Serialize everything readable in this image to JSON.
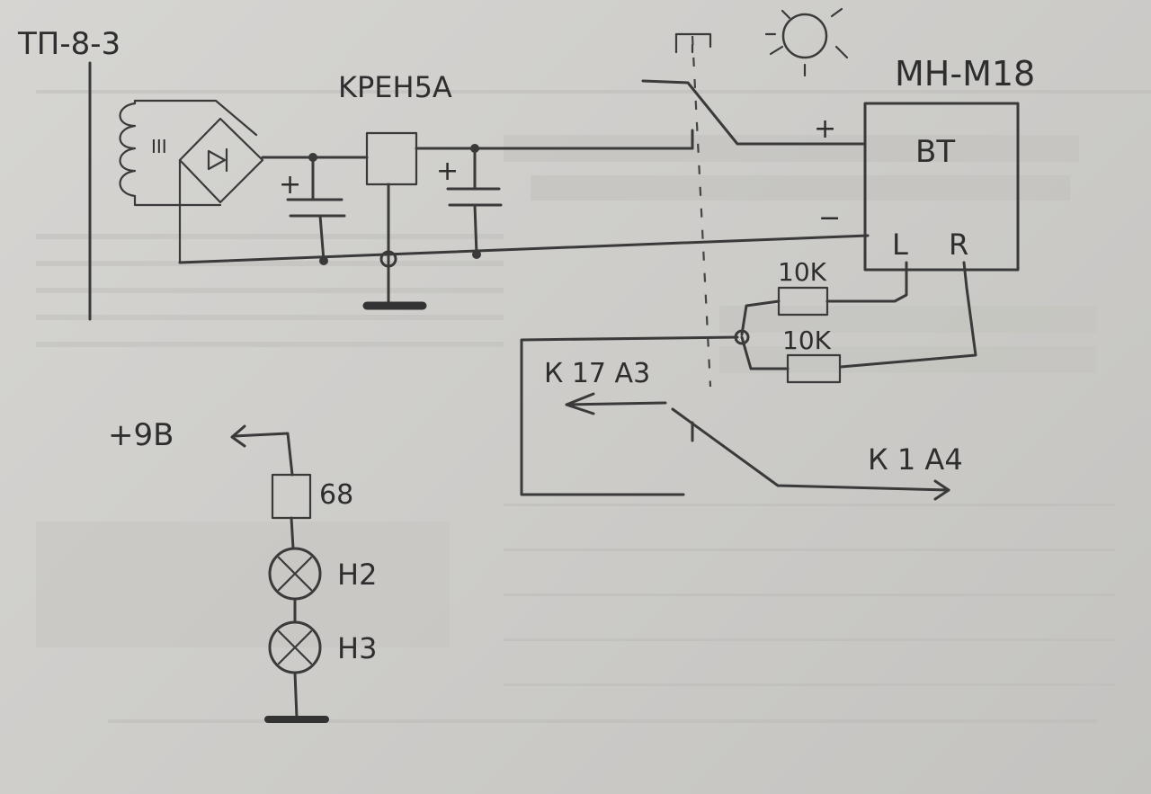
{
  "labels": {
    "transformer": "ТП-8-3",
    "regulator": "KPEH5A",
    "sensor": "MH-M18",
    "sensor_block": "BT",
    "pin_plus": "+",
    "pin_minus": "−",
    "pin_l": "L",
    "pin_r": "R",
    "resistor_1": "10K",
    "resistor_2": "10K",
    "output_a3": "К 17 А3",
    "output_a4": "К 1 А4",
    "supply": "+9В",
    "lamp_resistor": "68",
    "lamp_1": "H2",
    "lamp_2": "H3",
    "winding_mark": "III",
    "cap_plus_1": "+",
    "cap_plus_2": "+"
  },
  "icons": {
    "sun": "sun-icon",
    "switch": "switch-icon",
    "ground": "ground-icon",
    "lamp": "lamp-icon",
    "bridge": "diode-bridge-icon",
    "transformer": "transformer-coil-icon"
  },
  "colors": {
    "ink": "#3a3a3a",
    "paper": "#d3d2cf"
  }
}
